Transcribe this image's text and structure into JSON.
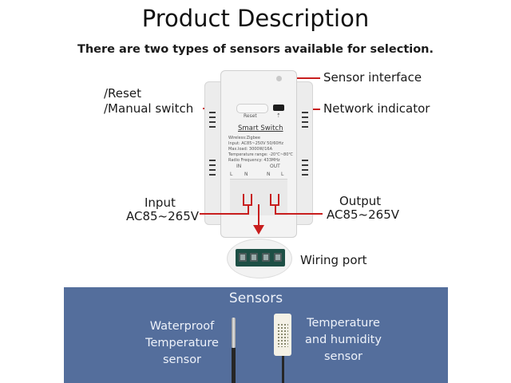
{
  "header": {
    "title": "Product Description",
    "subtitle": "There are two types of sensors available for selection."
  },
  "callouts": {
    "reset_line1": "/Reset",
    "reset_line2": "/Manual switch",
    "sensor_interface": "Sensor interface",
    "network_indicator": "Network indicator",
    "input_line1": "Input",
    "input_line2": "AC85~265V",
    "output_line1": "Output",
    "output_line2": "AC85~265V",
    "wiring_port": "Wiring port"
  },
  "device": {
    "reset_label": "Reset",
    "name": "Smart Switch",
    "specs": [
      "Wireless:Zigbee",
      "Input: AC85~250V 50/60Hz",
      "Max.load: 3000W/16A",
      "Temperature range: -20℃~80℃",
      "Radio Frequency: 433MHz"
    ],
    "in_label": "IN",
    "out_label": "OUT",
    "in_terminals": [
      "L",
      "N"
    ],
    "out_terminals": [
      "N",
      "L"
    ]
  },
  "sensors_panel": {
    "title": "Sensors",
    "waterproof": [
      "Waterproof",
      "Temperature",
      "sensor"
    ],
    "temp_humidity": [
      "Temperature",
      "and humidity",
      "sensor"
    ]
  },
  "colors": {
    "accent_red": "#c81e1e",
    "panel_blue": "#546e9c"
  }
}
